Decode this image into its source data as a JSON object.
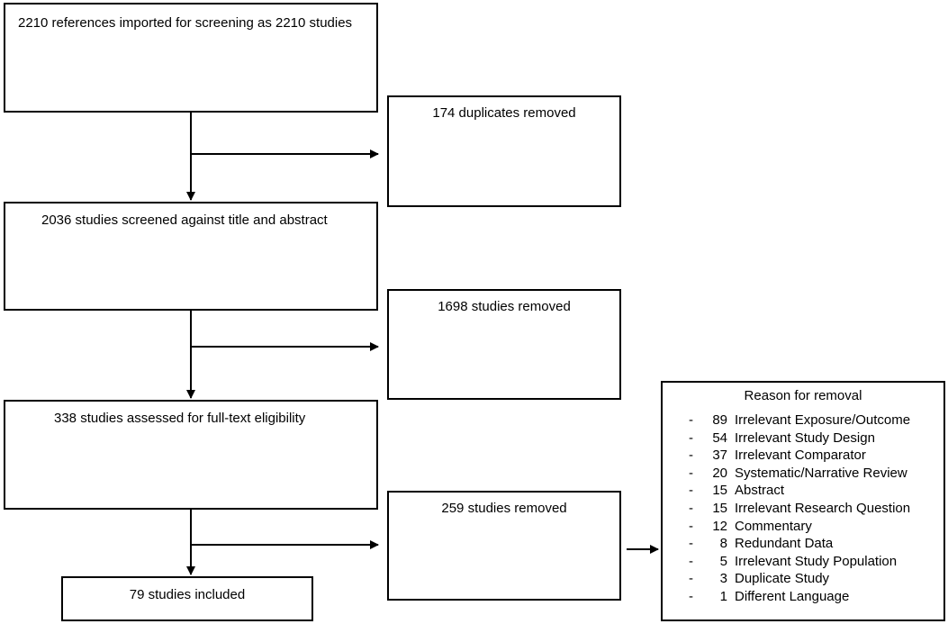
{
  "flow": {
    "imported": "2210 references imported for screening as 2210 studies",
    "duplicates_removed": "174 duplicates removed",
    "screened": "2036 studies screened against title and abstract",
    "removed_title_abstract": "1698 studies removed",
    "full_text": "338 studies assessed for full-text eligibility",
    "removed_full_text": "259 studies removed",
    "included": "79 studies included"
  },
  "reasons": {
    "title": "Reason for removal",
    "items": [
      {
        "bullet": "-",
        "count": "89",
        "label": "Irrelevant Exposure/Outcome"
      },
      {
        "bullet": "-",
        "count": "54",
        "label": "Irrelevant Study Design"
      },
      {
        "bullet": "-",
        "count": "37",
        "label": "Irrelevant Comparator"
      },
      {
        "bullet": "-",
        "count": "20",
        "label": "Systematic/Narrative Review"
      },
      {
        "bullet": "-",
        "count": "15",
        "label": "Abstract"
      },
      {
        "bullet": "-",
        "count": "15",
        "label": "Irrelevant Research Question"
      },
      {
        "bullet": "-",
        "count": "12",
        "label": "Commentary"
      },
      {
        "bullet": "-",
        "count": "8",
        "label": "Redundant Data"
      },
      {
        "bullet": "-",
        "count": "5",
        "label": "Irrelevant Study Population"
      },
      {
        "bullet": "-",
        "count": "3",
        "label": "Duplicate Study"
      },
      {
        "bullet": "-",
        "count": "1",
        "label": "Different Language"
      }
    ]
  }
}
